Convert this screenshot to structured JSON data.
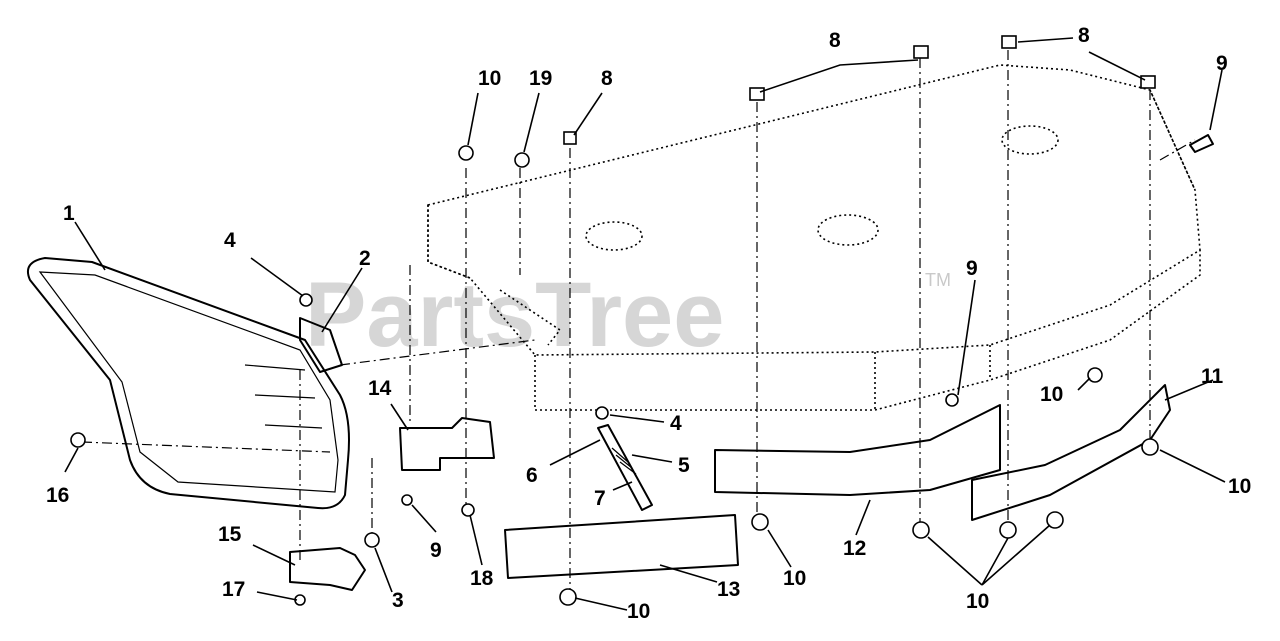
{
  "watermark": {
    "text": "PartsTree",
    "trademark": "TM"
  },
  "callouts": {
    "c1": "1",
    "c2": "2",
    "c3": "3",
    "c4a": "4",
    "c4b": "4",
    "c5": "5",
    "c6": "6",
    "c7": "7",
    "c8a": "8",
    "c8b": "8",
    "c8c": "8",
    "c9a": "9",
    "c9b": "9",
    "c9c": "9",
    "c10a": "10",
    "c10b": "10",
    "c10c": "10",
    "c10d": "10",
    "c10e": "10",
    "c10f": "10",
    "c11": "11",
    "c12": "12",
    "c13": "13",
    "c14": "14",
    "c15": "15",
    "c16": "16",
    "c17": "17",
    "c18": "18",
    "c19": "19"
  }
}
